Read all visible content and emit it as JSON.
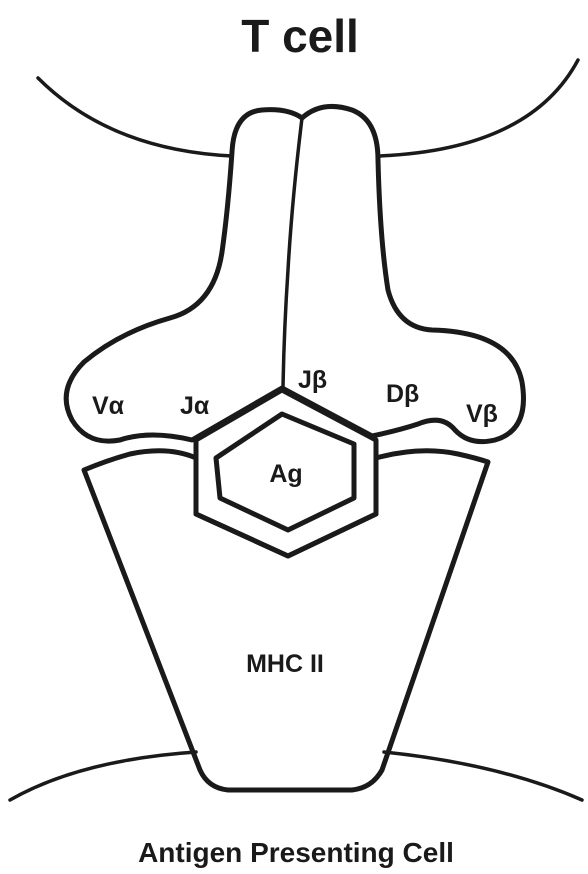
{
  "title_top": "T cell",
  "title_bottom": "Antigen Presenting Cell",
  "labels": {
    "v_alpha": "Vα",
    "j_alpha": "Jα",
    "j_beta": "Jβ",
    "d_beta": "Dβ",
    "v_beta": "Vβ",
    "antigen": "Ag",
    "mhc": "MHC II"
  }
}
